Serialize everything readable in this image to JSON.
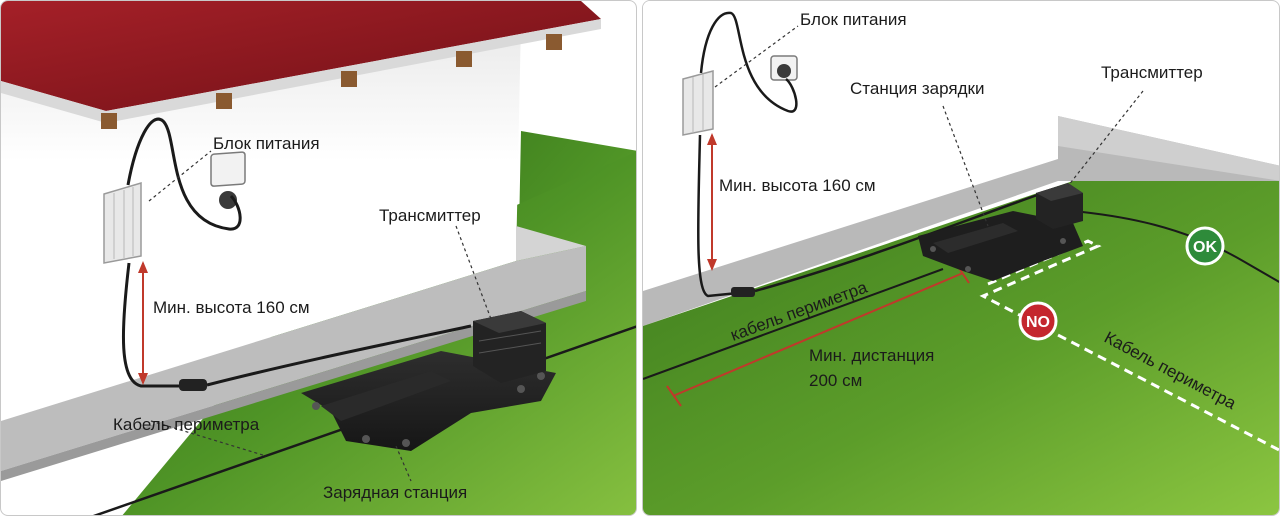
{
  "left_panel": {
    "labels": {
      "power_unit": "Блок питания",
      "transmitter": "Трансмиттер",
      "min_height": "Мин. высота 160 см",
      "perimeter_cable": "Кабель периметра",
      "charging_station": "Зарядная станция"
    }
  },
  "right_panel": {
    "labels": {
      "power_unit": "Блок питания",
      "charging_station": "Станция зарядки",
      "transmitter": "Трансмиттер",
      "min_height": "Мин. высота 160 см",
      "perimeter_cable_wall": "кабель периметра",
      "min_distance_line1": "Мин. дистанция",
      "min_distance_line2": "200 см",
      "perimeter_cable_lawn": "Кабель периметра"
    },
    "badges": {
      "ok": "OK",
      "no": "NO"
    }
  },
  "colors": {
    "grass_dark": "#3f7f1f",
    "grass_light": "#7ab83a",
    "roof": "#8e1a22",
    "measure_red": "#c0392b",
    "ok_green": "#2e8b3a",
    "no_red": "#c4262e",
    "station": "#1c1c1c"
  },
  "icons": [
    "power-socket-icon",
    "power-supply-icon",
    "transmitter-icon",
    "charging-station-icon"
  ]
}
